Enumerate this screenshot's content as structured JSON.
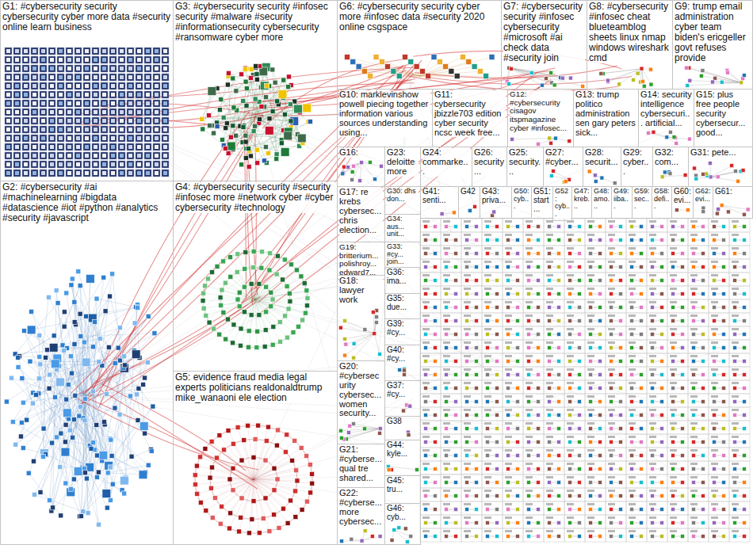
{
  "diagram": {
    "nodes": [
      {
        "text": [
          "G1: #cybersecurity security cybersecurity cyber more data #security online learn business"
        ]
      },
      {
        "text": [
          "G3: #cybersecurity security #infosec security #malware #security #informationsecurity cybersecurity #ransomware cyber more"
        ]
      },
      {
        "text": [
          "G6: #cybersecurity security cyber more #infosec data #security 2020 online csgspace"
        ]
      },
      {
        "text": [
          "G7: #cybersecurity security #infosec cybersecurity #microsoft #ai check data #security join"
        ]
      },
      {
        "text": [
          "G8: #cybersecurity #infosec cheat blueteamblog sheets linux nmap windows wireshark cmd"
        ]
      },
      {
        "text": [
          "G9: trump email administration cyber team biden's ericgeller govt refuses provide"
        ]
      },
      {
        "text": [
          "G2: #cybersecurity #ai #machinelearning #bigdata #datascience #iot #python #analytics #security #javascript"
        ]
      },
      {
        "text": [
          "G4: #cybersecurity security #security #infosec more #network cyber #cyber cybersecurity #technology"
        ]
      },
      {
        "text": [
          "G5: evidence fraud media legal experts politicians realdonaldtrump mike_wanaoni ele election"
        ]
      },
      {
        "text": [
          "G10: marklevinshow powell piecing together information various sources understanding using..."
        ]
      },
      {
        "text": [
          "G11: cybersecurity jbizzle703 edition cyber security ncsc week free..."
        ]
      },
      {
        "text": [
          "G12: #cybersecurity cisagov itspmagazine cyber #infosec..."
        ]
      },
      {
        "text": [
          "G13: trump politico administration sen gary peters sick..."
        ]
      },
      {
        "text": [
          "G14: security intelligence cybersecuri... artificial..."
        ]
      },
      {
        "text": [
          "G15: plus free people security cybersecur... good..."
        ]
      },
      {
        "text": [
          "G16:"
        ]
      },
      {
        "text": [
          "G23: deloitte more"
        ]
      },
      {
        "text": [
          "G24: commarke..."
        ]
      },
      {
        "text": [
          "G26: security..."
        ]
      },
      {
        "text": [
          "G25: security..."
        ]
      },
      {
        "text": [
          "G27: #cyber..."
        ]
      },
      {
        "text": [
          "G28: securit..."
        ]
      },
      {
        "text": [
          "G29: cyber..."
        ]
      },
      {
        "text": [
          "G32: com..."
        ]
      },
      {
        "text": [
          "G31: pete..."
        ]
      },
      {
        "text": [
          "G17: re krebs cybersec... chris election..."
        ]
      },
      {
        "text": [
          "G19: britterium... polishroy... edward7..."
        ]
      },
      {
        "text": [
          "G18: lawyer work"
        ]
      },
      {
        "text": [
          "G20: #cybersecurity cybersec... women security..."
        ]
      },
      {
        "text": [
          "G21: #cyberse... qual tre shared..."
        ]
      },
      {
        "text": [
          "G22: #cyberse... more cybersec..."
        ]
      },
      {
        "text": [
          "G30: dhs don..."
        ]
      },
      {
        "text": [
          "G34: aus... unit..."
        ]
      },
      {
        "text": [
          "G33: #cy... join..."
        ]
      },
      {
        "text": [
          "G36: ima..."
        ]
      },
      {
        "text": [
          "G35: due..."
        ]
      },
      {
        "text": [
          "G39: #cy..."
        ]
      },
      {
        "text": [
          "G40: #cy..."
        ]
      },
      {
        "text": [
          "G37: #cy..."
        ]
      },
      {
        "text": [
          "G38"
        ]
      },
      {
        "text": [
          "G44: kyle..."
        ]
      },
      {
        "text": [
          "G45: tru..."
        ]
      },
      {
        "text": [
          "G46: cyb..."
        ]
      },
      {
        "text": [
          "G41: senti..."
        ]
      },
      {
        "text": [
          "G42"
        ]
      },
      {
        "text": [
          "G43: priva..."
        ]
      },
      {
        "text": [
          "G50: cyb..."
        ]
      },
      {
        "text": [
          "G51: start..."
        ]
      },
      {
        "text": [
          "G52: cyb..."
        ]
      },
      {
        "text": [
          "G47: kreb..."
        ]
      },
      {
        "text": [
          "G48: amo..."
        ]
      },
      {
        "text": [
          "G49: iiba..."
        ]
      },
      {
        "text": [
          "G59: sec..."
        ]
      },
      {
        "text": [
          "G58: defi..."
        ]
      },
      {
        "text": [
          "G60: evi..."
        ]
      },
      {
        "text": [
          "G62: evi..."
        ]
      },
      {
        "text": [
          "G61:"
        ]
      }
    ]
  }
}
